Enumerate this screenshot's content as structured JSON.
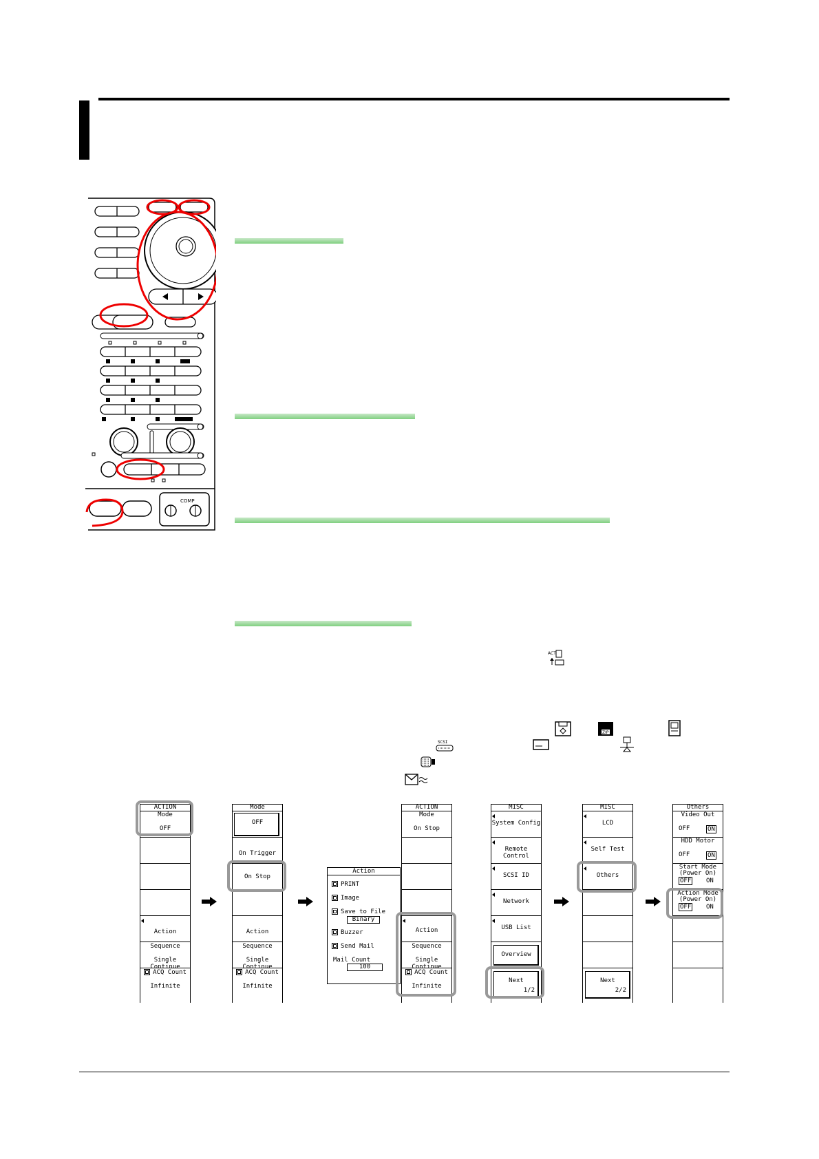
{
  "menus": {
    "action1": {
      "title": "ACTION",
      "mode_label": "Mode",
      "mode_value": "OFF",
      "action": "Action",
      "sequence": "Sequence",
      "seq_value": "Single Continue",
      "acq_count": "ACQ Count",
      "acq_value": "Infinite"
    },
    "mode": {
      "title": "Mode",
      "off": "OFF",
      "on_trigger": "On Trigger",
      "on_stop": "On Stop",
      "action": "Action",
      "sequence": "Sequence",
      "seq_value": "Single Continue",
      "acq_count": "ACQ Count",
      "acq_value": "Infinite"
    },
    "action_popup": {
      "title": "Action",
      "print": "PRINT",
      "image": "Image",
      "save_to_file": "Save to File",
      "save_value": "Binary",
      "buzzer": "Buzzer",
      "send_mail": "Send Mail",
      "mail_count": "Mail Count",
      "mail_value": "100"
    },
    "action2": {
      "title": "ACTION",
      "mode_label": "Mode",
      "mode_value": "On Stop",
      "action": "Action",
      "sequence": "Sequence",
      "seq_value": "Single Continue",
      "acq_count": "ACQ Count",
      "acq_value": "Infinite"
    },
    "misc1": {
      "title": "MISC",
      "system_config": "System Config",
      "remote_control": "Remote Control",
      "scsi_id": "SCSI ID",
      "network": "Network",
      "usb_list": "USB List",
      "overview": "Overview",
      "next": "Next",
      "page": "1/2"
    },
    "misc2": {
      "title": "MISC",
      "lcd": "LCD",
      "self_test": "Self Test",
      "others": "Others",
      "next": "Next",
      "page": "2/2"
    },
    "others": {
      "title": "Others",
      "video_out": "Video Out",
      "video_off": "OFF",
      "video_on": "ON",
      "hdd_motor": "HDD Motor",
      "hdd_off": "OFF",
      "hdd_on": "ON",
      "start_mode": "Start Mode",
      "start_sub": "(Power On)",
      "start_off": "OFF",
      "start_on": "ON",
      "action_mode": "Action Mode",
      "action_sub": "(Power On)",
      "action_off": "OFF",
      "action_on": "ON"
    }
  },
  "icons": {
    "panel_label": "COMP",
    "scsi_label": "SCSI",
    "zip_label": "ZIP"
  }
}
